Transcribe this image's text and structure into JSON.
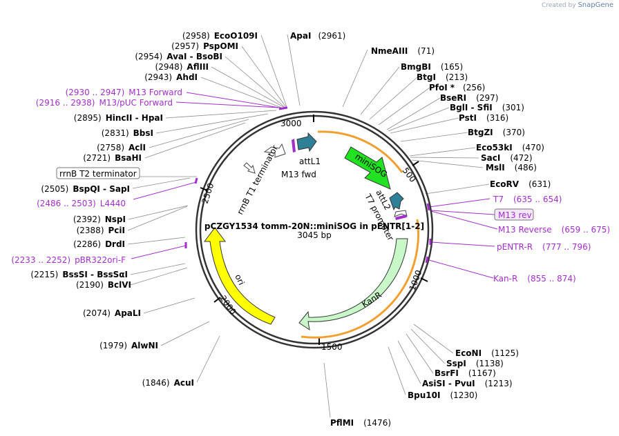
{
  "watermark": {
    "prefix": "Created by",
    "brand": "SnapGene"
  },
  "plasmid": {
    "name": "pCZGY1534 tomm-20N::miniSOG in pENTR[1-2]",
    "size": "3045 bp"
  },
  "ticks": [
    "500",
    "1000",
    "1500",
    "2000",
    "2500",
    "3000"
  ],
  "features": {
    "minisog": "miniSOG",
    "kanr": "KanR",
    "ori": "ori",
    "rrnb_t1": "rrnB T1 terminator",
    "attl1": "attL1",
    "m13fwd": "M13 fwd",
    "attl2": "attL2",
    "t7prom": "T7 promoter"
  },
  "sites": [
    {
      "name": "EcoO109I",
      "pos": "(2958)"
    },
    {
      "name": "PspOMI",
      "pos": "(2957)"
    },
    {
      "name": "AvaI",
      "alt": "BsoBI",
      "pos": "(2954)"
    },
    {
      "name": "AflIII",
      "pos": "(2948)"
    },
    {
      "name": "AhdI",
      "pos": "(2943)"
    },
    {
      "name": "HincII",
      "alt": "HpaI",
      "pos": "(2895)"
    },
    {
      "name": "BbsI",
      "pos": "(2831)"
    },
    {
      "name": "AclI",
      "pos": "(2758)"
    },
    {
      "name": "BsaHI",
      "pos": "(2721)"
    },
    {
      "name": "BspQI",
      "alt": "SapI",
      "pos": "(2505)"
    },
    {
      "name": "NspI",
      "pos": "(2392)"
    },
    {
      "name": "PciI",
      "pos": "(2388)"
    },
    {
      "name": "DrdI",
      "pos": "(2286)"
    },
    {
      "name": "BssSI",
      "alt": "BssSαI",
      "pos": "(2215)"
    },
    {
      "name": "BclVI",
      "pos": "(2190)"
    },
    {
      "name": "ApaLI",
      "pos": "(2074)"
    },
    {
      "name": "AlwNI",
      "pos": "(1979)"
    },
    {
      "name": "AcuI",
      "pos": "(1846)"
    },
    {
      "name": "ApaI",
      "pos": "(2961)"
    },
    {
      "name": "NmeAIII",
      "pos": "(71)"
    },
    {
      "name": "BmgBI",
      "pos": "(165)"
    },
    {
      "name": "BtgI",
      "pos": "(213)"
    },
    {
      "name": "PfoI",
      "star": "*",
      "pos": "(256)"
    },
    {
      "name": "BseRI",
      "pos": "(297)"
    },
    {
      "name": "BglI",
      "alt": "SfiI",
      "pos": "(301)"
    },
    {
      "name": "PstI",
      "pos": "(316)"
    },
    {
      "name": "BtgZI",
      "pos": "(370)"
    },
    {
      "name": "Eco53kI",
      "pos": "(470)"
    },
    {
      "name": "SacI",
      "pos": "(472)"
    },
    {
      "name": "MslI",
      "pos": "(486)"
    },
    {
      "name": "EcoRV",
      "pos": "(631)"
    },
    {
      "name": "EcoNI",
      "pos": "(1125)"
    },
    {
      "name": "SspI",
      "pos": "(1138)"
    },
    {
      "name": "BsrFI",
      "pos": "(1167)"
    },
    {
      "name": "AsiSI",
      "alt": "PvuI",
      "pos": "(1213)"
    },
    {
      "name": "Bpu10I",
      "pos": "(1230)"
    },
    {
      "name": "PflMI",
      "pos": "(1476)"
    }
  ],
  "primers": [
    {
      "range": "(2930 .. 2947)",
      "name": "M13 Forward"
    },
    {
      "range": "(2916 .. 2938)",
      "name": "M13/pUC Forward"
    },
    {
      "range": "(2486 .. 2503)",
      "name": "L4440"
    },
    {
      "range": "(2233 .. 2252)",
      "name": "pBR322ori-F"
    },
    {
      "name": "T7",
      "range": "(635 .. 654)"
    },
    {
      "name": "M13 rev"
    },
    {
      "name": "M13 Reverse",
      "range": "(659 .. 675)"
    },
    {
      "name": "pENTR-R",
      "range": "(777 .. 796)"
    },
    {
      "name": "Kan-R",
      "range": "(855 .. 874)"
    }
  ],
  "boxed_feature": "rrnB T2 terminator",
  "colors": {
    "minisog": "#22e022",
    "kanr": "#c8f7c8",
    "ori": "#ffff00",
    "attl": "#2f7f97",
    "primer": "#a12ec9",
    "outline": "#f0a030"
  }
}
